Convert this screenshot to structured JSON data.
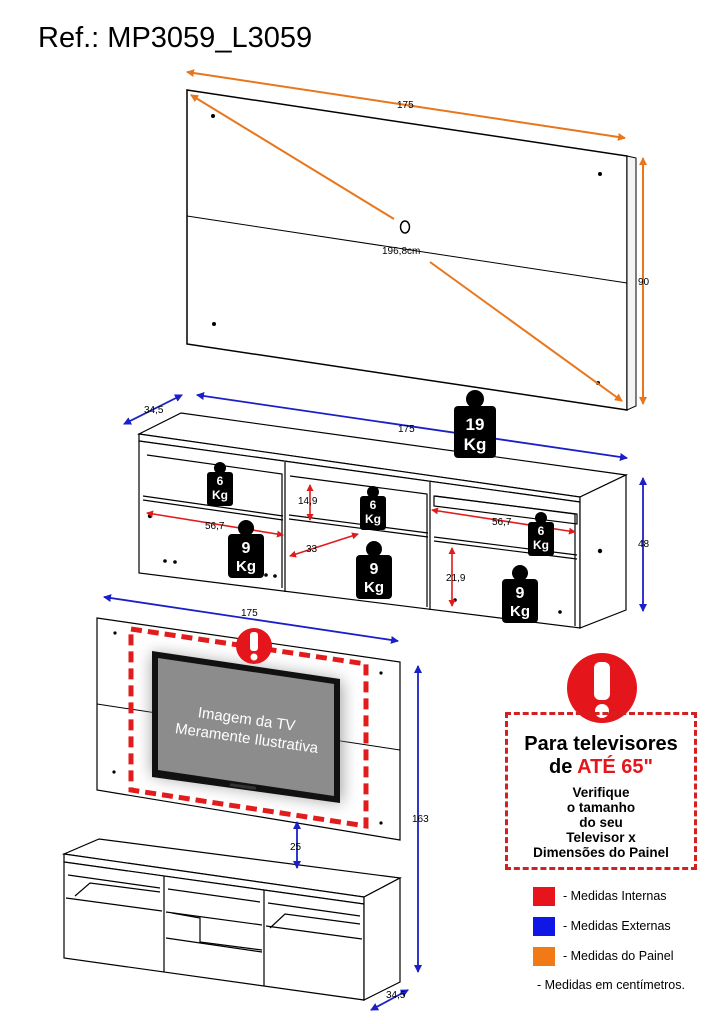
{
  "header": {
    "ref": "Ref.: MP3059_L3059"
  },
  "panel_top": {
    "width": "175",
    "height": "90",
    "diagonal": "196,8cm"
  },
  "rack": {
    "depth": "34,5",
    "width": "175",
    "height": "48",
    "top_load": {
      "value": "19",
      "unit": "Kg"
    },
    "loads": [
      {
        "value": "6",
        "unit": "Kg"
      },
      {
        "value": "9",
        "unit": "Kg"
      },
      {
        "value": "6",
        "unit": "Kg"
      },
      {
        "value": "9",
        "unit": "Kg"
      },
      {
        "value": "6",
        "unit": "Kg"
      },
      {
        "value": "9",
        "unit": "Kg"
      }
    ],
    "internal": {
      "left_niche_width": "56,7",
      "right_niche_width": "56,7",
      "center_shelf_height": "14,9",
      "center_niche_width": "33",
      "right_lower_height": "21,9"
    }
  },
  "assembly": {
    "width": "175",
    "height": "163",
    "gap": "25",
    "depth": "34,5",
    "tv_caption": [
      "Imagem da TV",
      "Meramente Ilustrativa"
    ]
  },
  "notice": {
    "title_line1": "Para televisores",
    "title_prefix": "de ",
    "title_max": "ATÉ 65\"",
    "sub_lines": [
      "Verifique",
      "o tamanho",
      "do seu",
      "Televisor x",
      "Dimensões do Painel"
    ]
  },
  "legend": {
    "colors": {
      "internal": "#e8141b",
      "external": "#1016e6",
      "panel": "#f27a16"
    },
    "items": [
      {
        "label": "- Medidas Internas"
      },
      {
        "label": "- Medidas Externas"
      },
      {
        "label": "- Medidas do Painel"
      }
    ],
    "units_note": "- Medidas em centímetros."
  }
}
